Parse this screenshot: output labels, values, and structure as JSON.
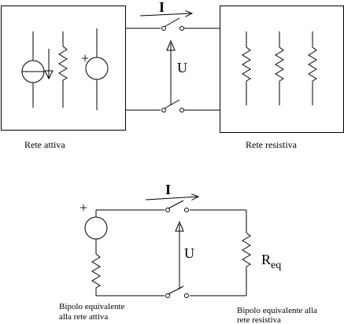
{
  "labels": {
    "current_top": "I",
    "voltage_top": "U",
    "rete_attiva": "Rete attiva",
    "rete_resistiva": "Rete resistiva",
    "current_bottom": "I",
    "voltage_bottom": "U",
    "plus_top": "+",
    "plus_bottom": "+",
    "req_main": "R",
    "req_sub": "eq",
    "bipolo_attivo_line1": "Bipolo equivalente",
    "bipolo_attivo_line2": "alla rete attiva",
    "bipolo_resistivo_line1": "Bipolo equivalente alla",
    "bipolo_resistivo_line2": "rete resistiva"
  },
  "colors": {
    "stroke": "#000000",
    "background": "#ffffff"
  }
}
